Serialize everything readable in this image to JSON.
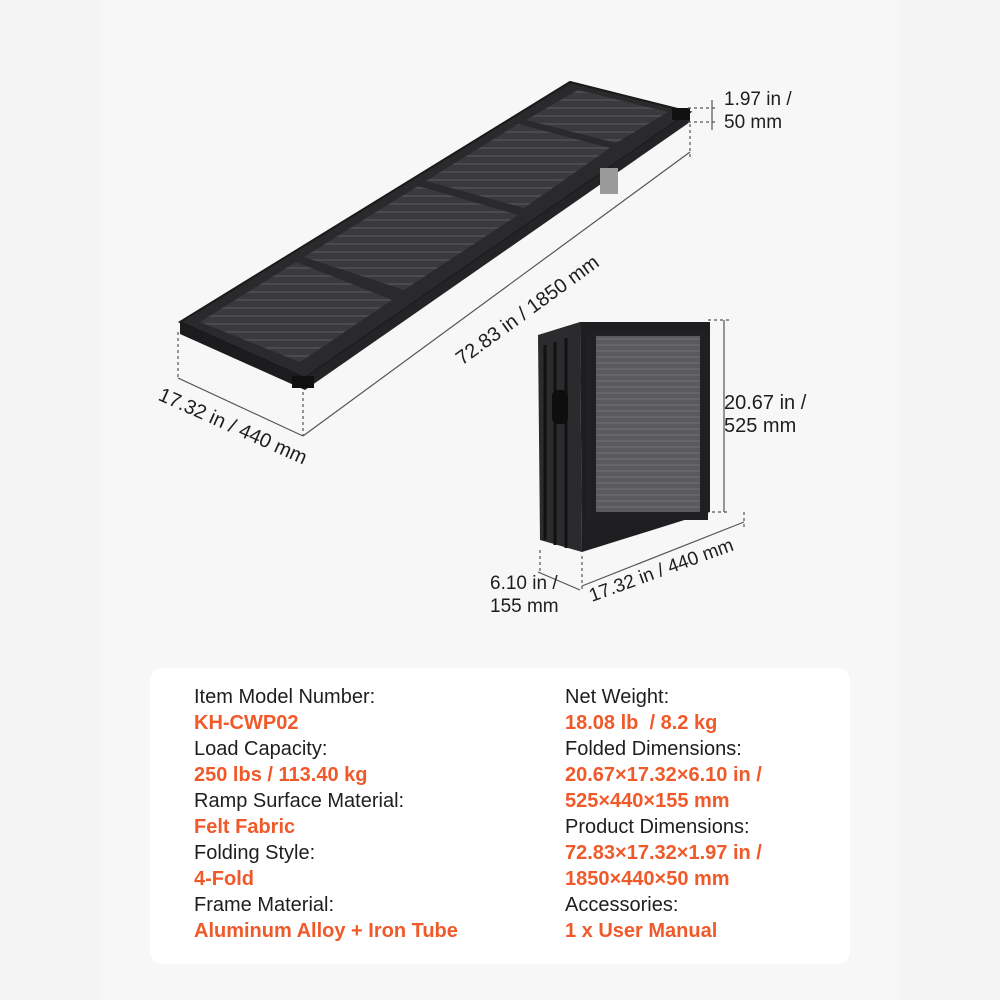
{
  "dimensions": {
    "height_unfolded": [
      "1.97 in /",
      "50 mm"
    ],
    "length": "72.83 in / 1850 mm",
    "width_unfolded": "17.32 in / 440 mm",
    "height_folded": [
      "20.67 in /",
      "525 mm"
    ],
    "width_folded": "17.32 in / 440 mm",
    "depth_folded": [
      "6.10 in /",
      "155 mm"
    ]
  },
  "specs": {
    "left": [
      {
        "label": "Item Model Number:",
        "value": "KH-CWP02"
      },
      {
        "label": "Load Capacity:",
        "value": "250 lbs / 113.40 kg"
      },
      {
        "label": "Ramp Surface Material:",
        "value": "Felt Fabric"
      },
      {
        "label": "Folding Style:",
        "value": "4-Fold"
      },
      {
        "label": "Frame Material:",
        "value": "Aluminum Alloy + Iron Tube"
      }
    ],
    "right": [
      {
        "label": "Net Weight:",
        "value": "18.08 lb  / 8.2 kg"
      },
      {
        "label": "Folded Dimensions:",
        "value_lines": [
          "20.67×17.32×6.10 in /",
          "525×440×155 mm"
        ]
      },
      {
        "label": "Product Dimensions:",
        "value_lines": [
          "72.83×17.32×1.97 in /",
          "1850×440×50 mm"
        ]
      },
      {
        "label": "Accessories:",
        "value": "1 x User Manual"
      }
    ]
  },
  "colors": {
    "accent": "#f05a2a",
    "text": "#1e1e1e",
    "background": "#f4f4f4",
    "card": "#ffffff"
  }
}
